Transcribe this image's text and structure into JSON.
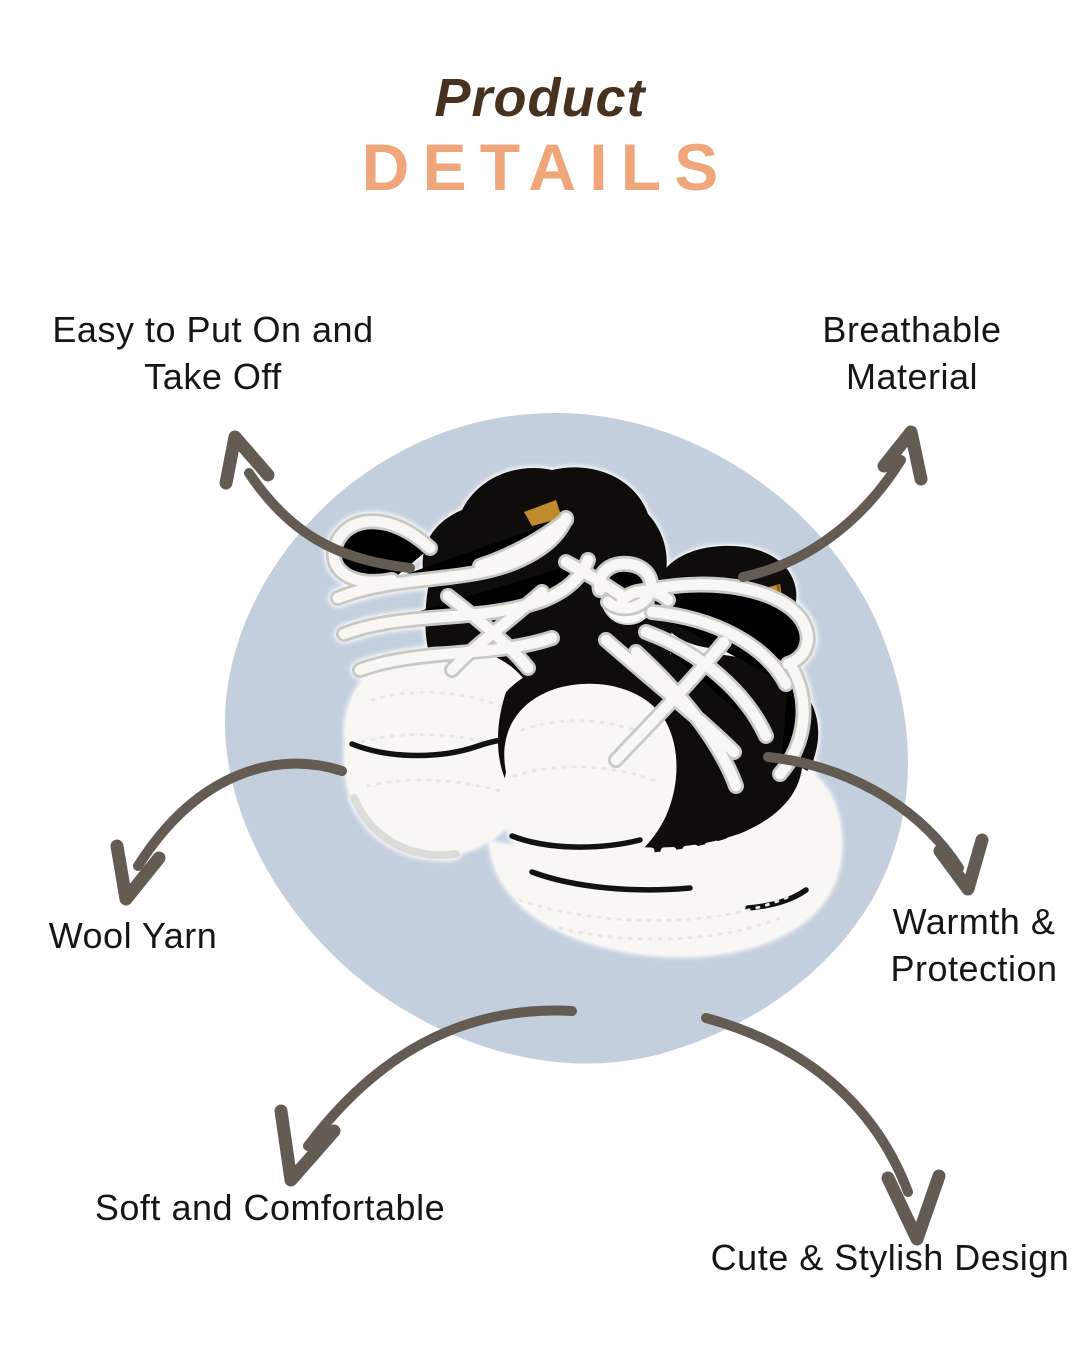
{
  "title": {
    "line1": "Product",
    "line2": "DETAILS"
  },
  "features": [
    {
      "name": "easy-to-put-on-and-take-off",
      "lines": [
        "Easy to Put On and",
        "Take Off"
      ]
    },
    {
      "name": "breathable-material",
      "lines": [
        "Breathable",
        "Material"
      ]
    },
    {
      "name": "wool-yarn",
      "lines": [
        "Wool Yarn"
      ]
    },
    {
      "name": "warmth-and-protection",
      "lines": [
        "Warmth &",
        "Protection"
      ]
    },
    {
      "name": "soft-and-comfortable",
      "lines": [
        "Soft and Comfortable"
      ]
    },
    {
      "name": "cute-and-stylish-design",
      "lines": [
        "Cute & Stylish Design"
      ]
    }
  ],
  "image": {
    "subject": "black-and-white-crochet-baby-sneaker-booties-with-white-laces-and-tan-leather-tag"
  },
  "colors": {
    "background": "#ffffff",
    "title_primary": "#47311f",
    "title_accent": "#f0a67b",
    "label_text": "#161616",
    "blob": "#c4cfdd",
    "arrow": "#645c52",
    "shoe_black": "#0e0d0b",
    "shoe_white": "#f8f7f4",
    "lace_shadow": "#c9c9c4",
    "tag_tan": "#c08b2b"
  }
}
